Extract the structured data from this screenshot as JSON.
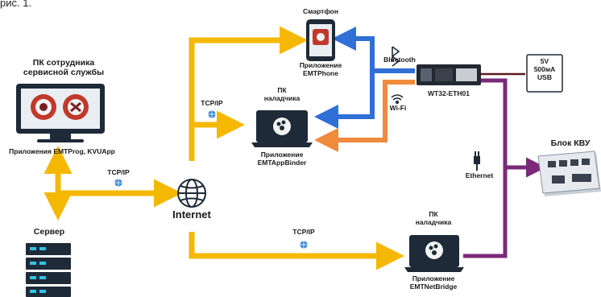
{
  "caption_fragment": "рис. 1.",
  "nodes": {
    "service_pc": {
      "title_line1": "ПК сотрудника",
      "title_line2": "сервисной службы",
      "caption": "Приложения EMTProg, KVUApp"
    },
    "server": {
      "title": "Сервер"
    },
    "internet": {
      "title": "Internet"
    },
    "smartphone": {
      "title": "Смартфон",
      "app_line1": "Приложение",
      "app_line2": "EMTPhone"
    },
    "pc_binder": {
      "title_line1": "ПК",
      "title_line2": "наладчика",
      "app_line1": "Приложение",
      "app_line2": "EMTAppBinder"
    },
    "pc_netbridge": {
      "title_line1": "ПК",
      "title_line2": "наладчика",
      "app_line1": "Приложение",
      "app_line2": "EMTNetBridge"
    },
    "module": {
      "title": "WT32-ETH01"
    },
    "power": {
      "line1": "5V",
      "line2": "500мА",
      "line3": "USB"
    },
    "kvu_block": {
      "title": "Блок КВУ"
    }
  },
  "links": {
    "tcpip_label": "TCP/IP",
    "bluetooth_label": "Bluetooth",
    "wifi_label": "Wi-Fi",
    "ethernet_label": "Ethernet"
  },
  "colors": {
    "internet_link": "#f5b800",
    "bluetooth_link": "#2f6fd6",
    "wifi_link": "#f08a3c",
    "ethernet_link": "#7b2a7a",
    "power_link": "#5a1c1c",
    "device_dark": "#1e2a38",
    "logo_red": "#c0392b"
  }
}
